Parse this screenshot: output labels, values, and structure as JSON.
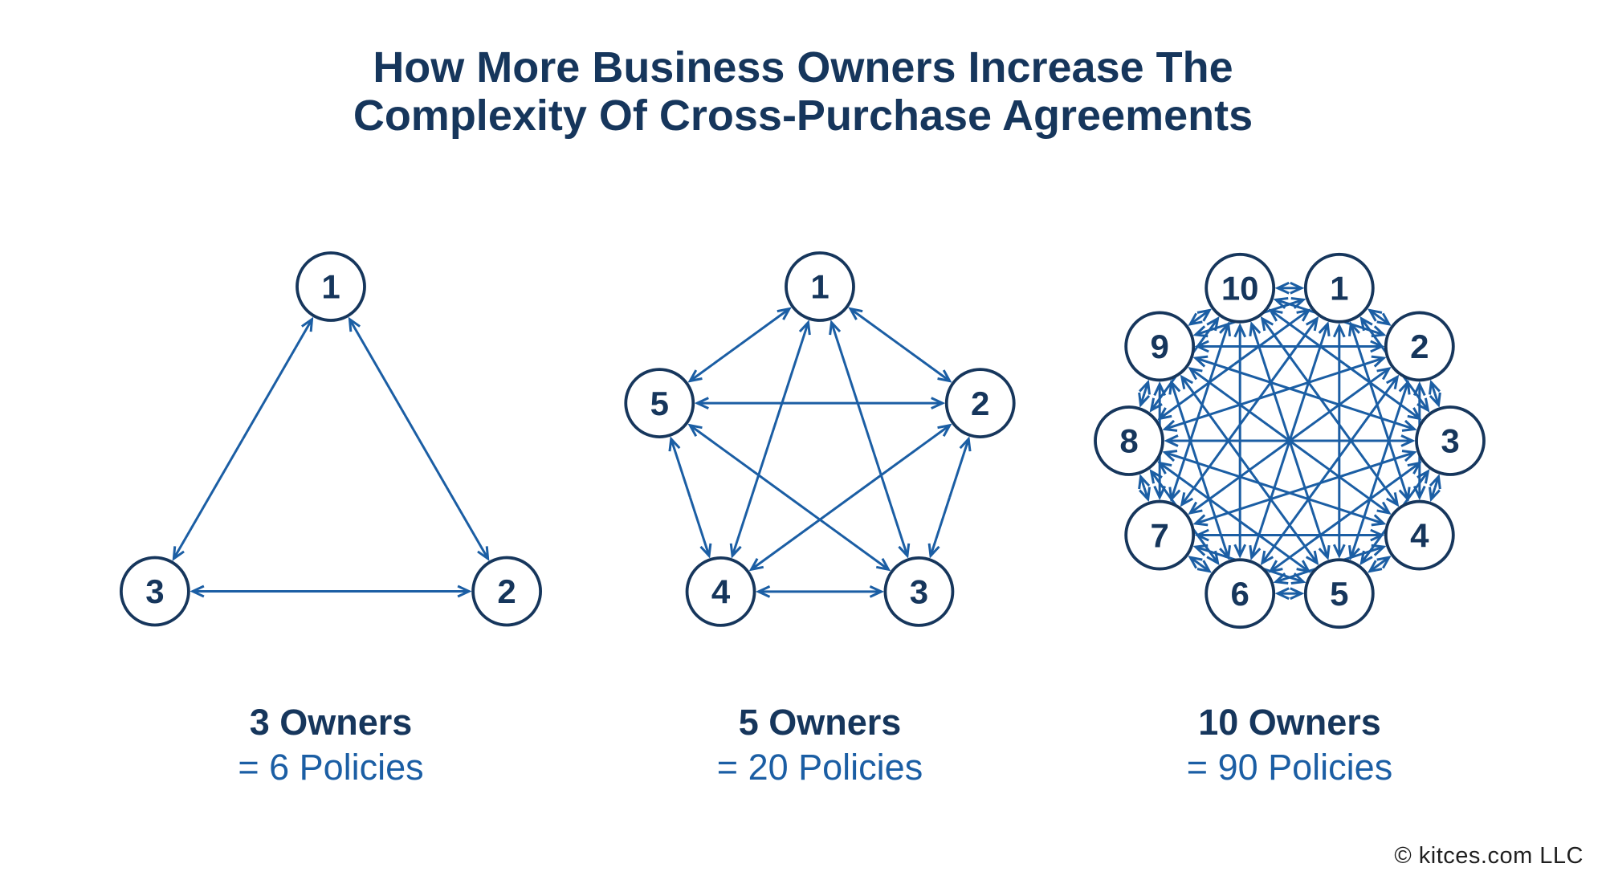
{
  "title": {
    "line1": "How More Business Owners Increase The",
    "line2": "Complexity Of Cross-Purchase Agreements"
  },
  "colors": {
    "navy": "#16365c",
    "blue": "#1b5ea4",
    "background": "#ffffff",
    "copyright_text": "#1f1f1f"
  },
  "graphs": [
    {
      "id": "owners-3",
      "node_labels": [
        "1",
        "2",
        "3"
      ],
      "owners_label": "3 Owners",
      "policies_label": "= 6 Policies"
    },
    {
      "id": "owners-5",
      "node_labels": [
        "1",
        "2",
        "3",
        "4",
        "5"
      ],
      "owners_label": "5 Owners",
      "policies_label": "= 20 Policies"
    },
    {
      "id": "owners-10",
      "node_labels": [
        "1",
        "2",
        "3",
        "4",
        "5",
        "6",
        "7",
        "8",
        "9",
        "10"
      ],
      "owners_label": "10 Owners",
      "policies_label": "= 90 Policies"
    }
  ],
  "footer": {
    "copyright": "© kitces.com LLC"
  }
}
